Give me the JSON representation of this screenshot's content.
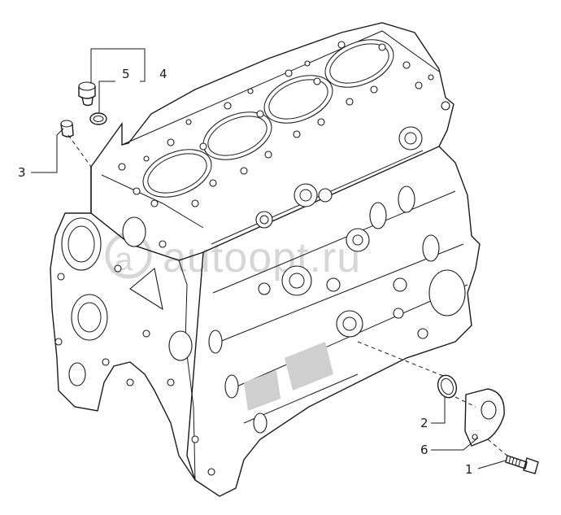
{
  "watermark": "autoopt.ru",
  "callouts": [
    {
      "id": "1",
      "label": "1"
    },
    {
      "id": "2",
      "label": "2"
    },
    {
      "id": "3",
      "label": "3"
    },
    {
      "id": "4",
      "label": "4"
    },
    {
      "id": "5",
      "label": "5"
    },
    {
      "id": "6",
      "label": "6"
    }
  ]
}
